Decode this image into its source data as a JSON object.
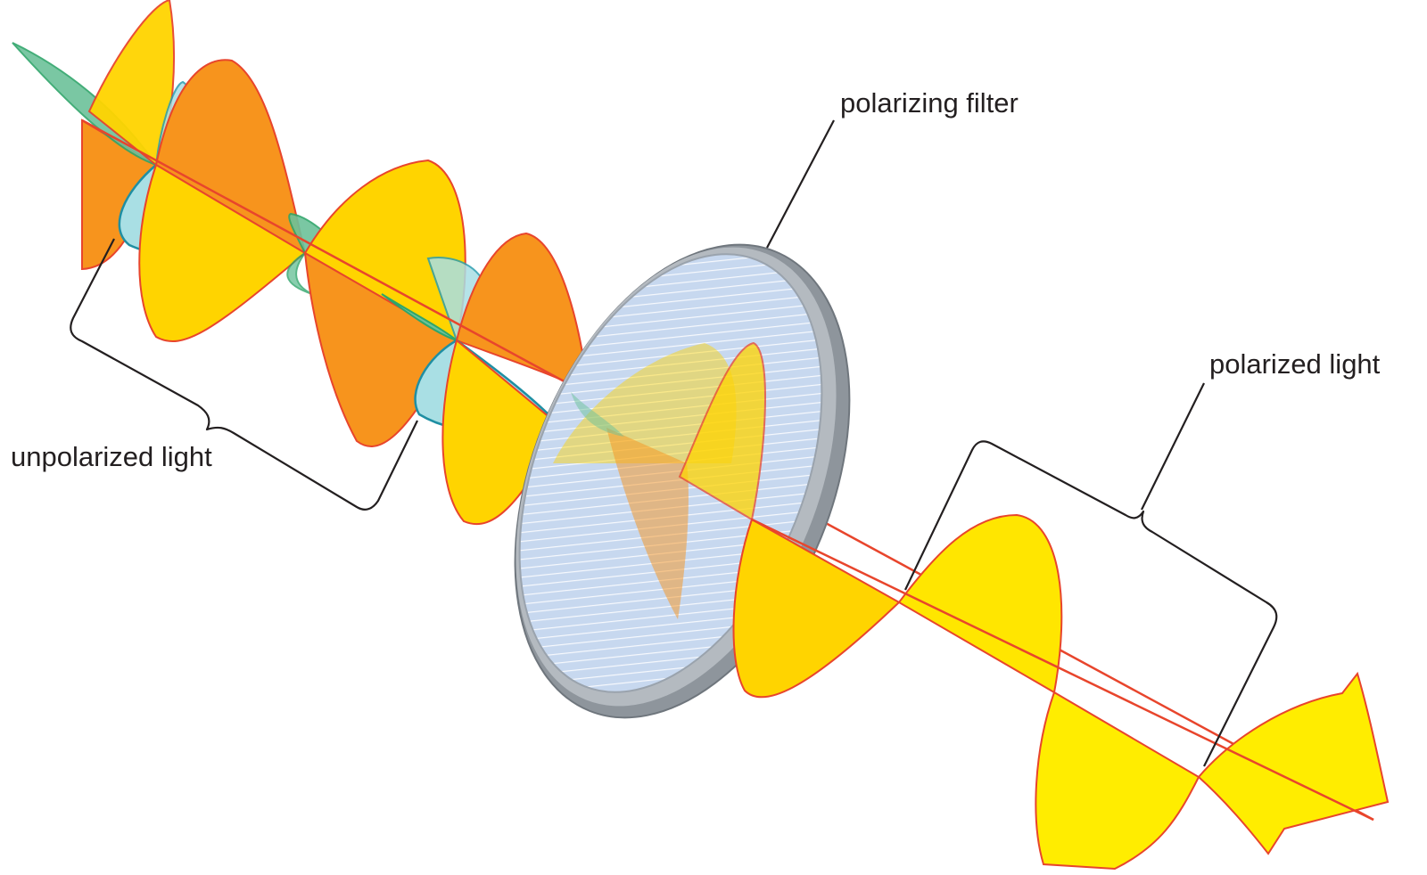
{
  "labels": {
    "unpolarized": "unpolarized light",
    "filter": "polarizing filter",
    "polarized": "polarized light"
  },
  "colors": {
    "yellow_wave": "#ffd400",
    "bright_yellow_wave": "#ffed00",
    "orange_wave": "#f7941d",
    "cyan_wave": "#a9dfe4",
    "green_wave": "#7cc8a0",
    "wave_outline": "#e8452c",
    "filter_rim": "#9da3aa",
    "filter_glass": "#c6d7ee",
    "leader_line": "#231f20"
  }
}
